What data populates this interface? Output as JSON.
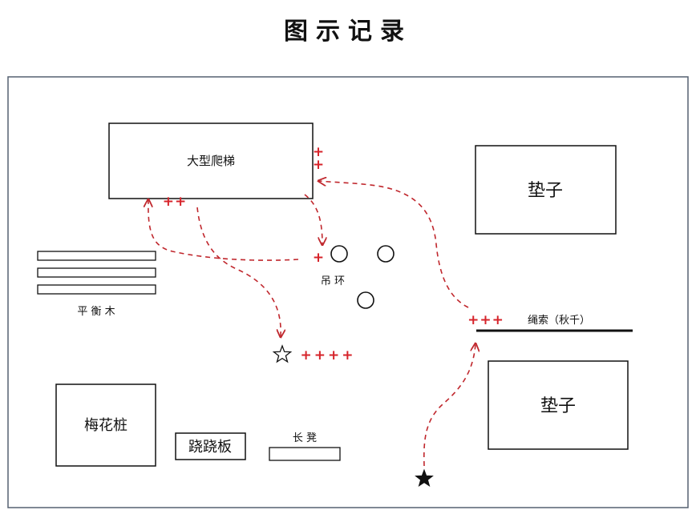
{
  "title": "图示记录",
  "labels": {
    "ladder": "大型爬梯",
    "mat_top": "垫子",
    "mat_bottom": "垫子",
    "rings": "吊 环",
    "beam": "平 衡 木",
    "rope": "绳索（秋千）",
    "stakes": "梅花桩",
    "seesaw": "跷跷板",
    "bench": "长 凳"
  },
  "marks": {
    "plus_ladder_right_1": "+",
    "plus_ladder_right_2": "+",
    "plus_ladder_bottom": "++",
    "plus_rings": "+",
    "plus_rope": "+++",
    "plus_star": "++++"
  },
  "colors": {
    "path": "#c0272d",
    "plus": "#d6232a",
    "outline": "#111111",
    "frame": "#556070"
  }
}
